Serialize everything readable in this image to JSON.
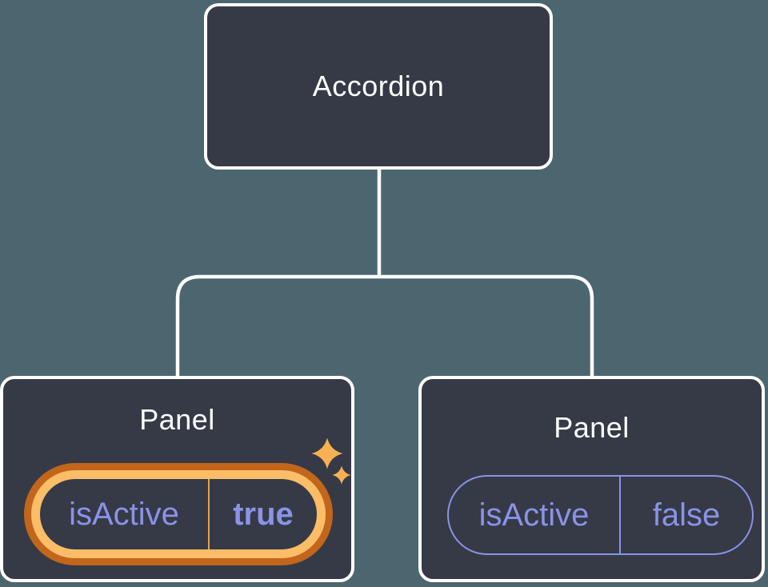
{
  "root_label": "Accordion",
  "panels": [
    {
      "title": "Panel",
      "prop_name": "isActive",
      "prop_value": "true",
      "highlighted": true
    },
    {
      "title": "Panel",
      "prop_name": "isActive",
      "prop_value": "false",
      "highlighted": false
    }
  ],
  "colors": {
    "background": "#4C6670",
    "node_fill": "#353A46",
    "node_border": "#FFFFFF",
    "connector": "#FFFFFF",
    "title_text": "#FFFFFF",
    "prop_text": "#8A93E8",
    "pill_border": "#8A93E8",
    "highlight_ring": "#C2661B",
    "highlight_band": "#FBBD67",
    "highlight_divider": "#E2A24C",
    "sparkle": "#F7B152"
  }
}
